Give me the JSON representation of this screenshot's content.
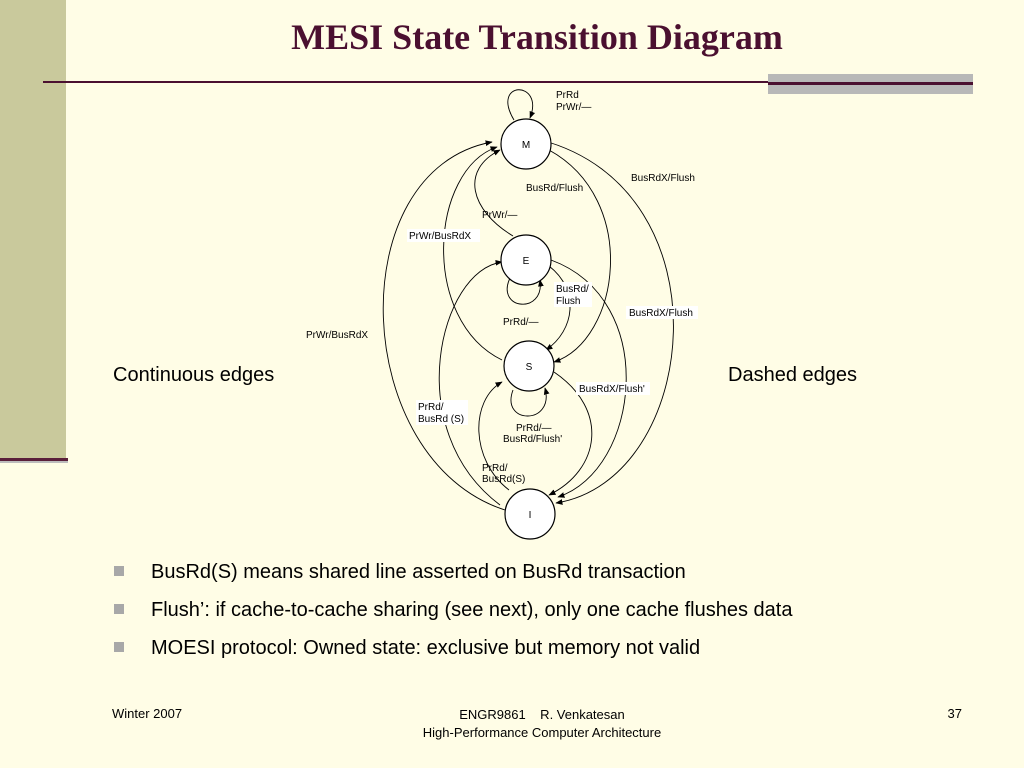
{
  "slide": {
    "title": "MESI State Transition Diagram",
    "left_label": "Continuous edges",
    "right_label": "Dashed edges"
  },
  "diagram": {
    "states": {
      "m": "M",
      "e": "E",
      "s": "S",
      "i": "I"
    },
    "edges": {
      "m_self_rd": "PrRd",
      "m_self_wr": "PrWr/—",
      "m_to_s": "BusRd/Flush",
      "m_to_i": "BusRdX/Flush",
      "e_to_m": "PrWr/—",
      "s_to_m": "PrWr/BusRdX",
      "i_to_m": "PrWr/BusRdX",
      "e_to_s_line1": "BusRd/",
      "e_to_s_line2": "Flush",
      "e_self": "PrRd/—",
      "e_to_i": "BusRdX/Flush",
      "s_to_i": "BusRdX/Flush'",
      "i_to_e_line1": "PrRd/",
      "i_to_e_line2": "BusRd (S)",
      "s_self_line1": "PrRd/—",
      "s_self_line2": "BusRd/Flush'",
      "i_to_s_line1": "PrRd/",
      "i_to_s_line2": "BusRd(S)"
    }
  },
  "bullets": [
    "BusRd(S) means shared line asserted on BusRd transaction",
    "Flush’: if cache-to-cache sharing (see next), only one cache flushes data",
    "MOESI protocol: Owned state: exclusive but memory not valid"
  ],
  "footer": {
    "left": "Winter 2007",
    "center_line1": "ENGR9861    R. Venkatesan",
    "center_line2": "High-Performance Computer Architecture",
    "page": "37"
  },
  "colors": {
    "title": "#4b1030",
    "background": "#fffde6",
    "sidebar": "#c9c99c"
  }
}
